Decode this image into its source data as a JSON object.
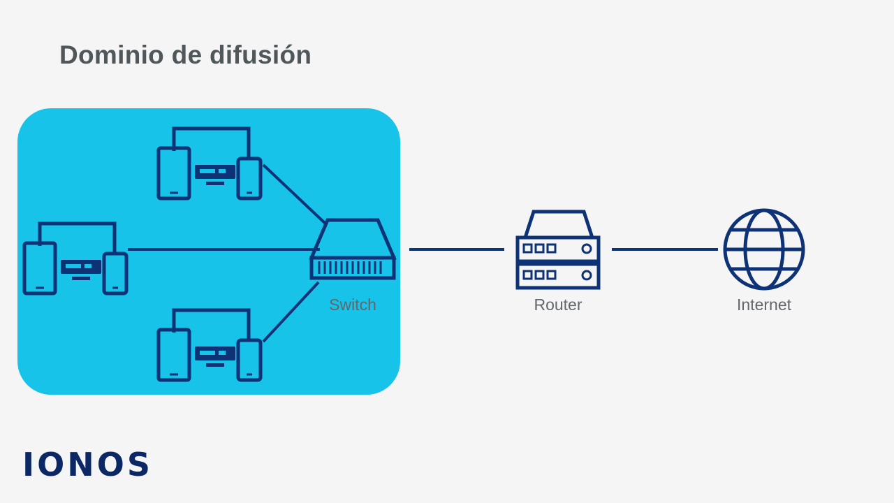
{
  "title": "Dominio de difusión",
  "labels": {
    "switch": "Switch",
    "router": "Router",
    "internet": "Internet"
  },
  "logo": "IONOS",
  "colors": {
    "background": "#f5f5f6",
    "domain_area": "#17c3e8",
    "device": "#0d3275",
    "line": "#0d3275",
    "label_text": "#63666a",
    "title_text": "#4f575a",
    "logo": "#0b2864"
  }
}
